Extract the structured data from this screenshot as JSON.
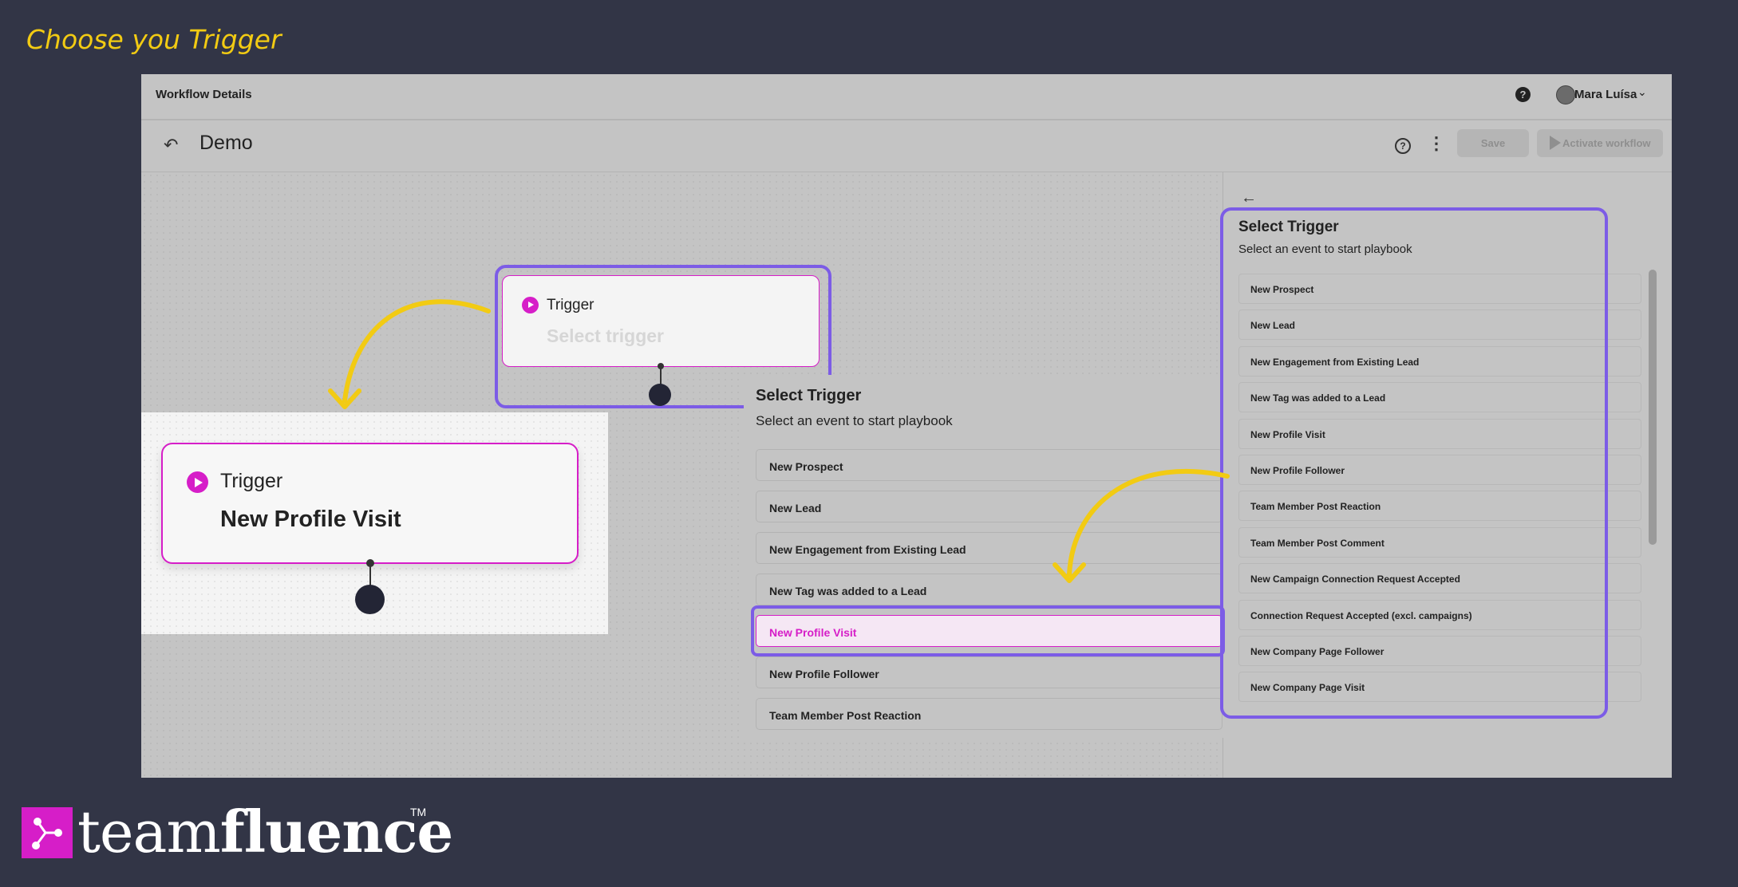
{
  "page": {
    "heading": "Choose you Trigger"
  },
  "topbar": {
    "section_title": "Workflow Details",
    "help_label": "?",
    "user_name": "Mara Luísa"
  },
  "subbar": {
    "workflow_name": "Demo",
    "save_label": "Save",
    "activate_label": "Activate workflow"
  },
  "node_top": {
    "label": "Trigger",
    "value": "Select trigger"
  },
  "node_zoom": {
    "label": "Trigger",
    "value": "New Profile Visit"
  },
  "dropdown_mid": {
    "title": "Select Trigger",
    "subtitle": "Select an event to start playbook",
    "selected": "New Profile Visit",
    "items": [
      "New Prospect",
      "New Lead",
      "New Engagement from Existing Lead",
      "New Tag was added to a Lead",
      "New Profile Visit",
      "New Profile Follower",
      "Team Member Post Reaction"
    ]
  },
  "panel_right": {
    "title": "Select Trigger",
    "subtitle": "Select an event to start playbook",
    "items": [
      "New Prospect",
      "New Lead",
      "New Engagement from Existing Lead",
      "New Tag was added to a Lead",
      "New Profile Visit",
      "New Profile Follower",
      "Team Member Post Reaction",
      "Team Member Post Comment",
      "New Campaign Connection Request Accepted",
      "Connection Request Accepted (excl. campaigns)",
      "New Company Page Follower",
      "New Company Page Visit"
    ]
  },
  "brand": {
    "name_thin": "team",
    "name_bold": "fluence",
    "trademark": "TM"
  },
  "colors": {
    "background": "#323546",
    "accent_yellow": "#f2cb13",
    "highlight_purple": "#7c5ce6",
    "brand_magenta": "#d61ec8"
  },
  "icons": [
    "back-icon",
    "help-icon",
    "chevron-down-icon",
    "kebab-menu-icon",
    "play-icon",
    "arrow-left-icon"
  ]
}
